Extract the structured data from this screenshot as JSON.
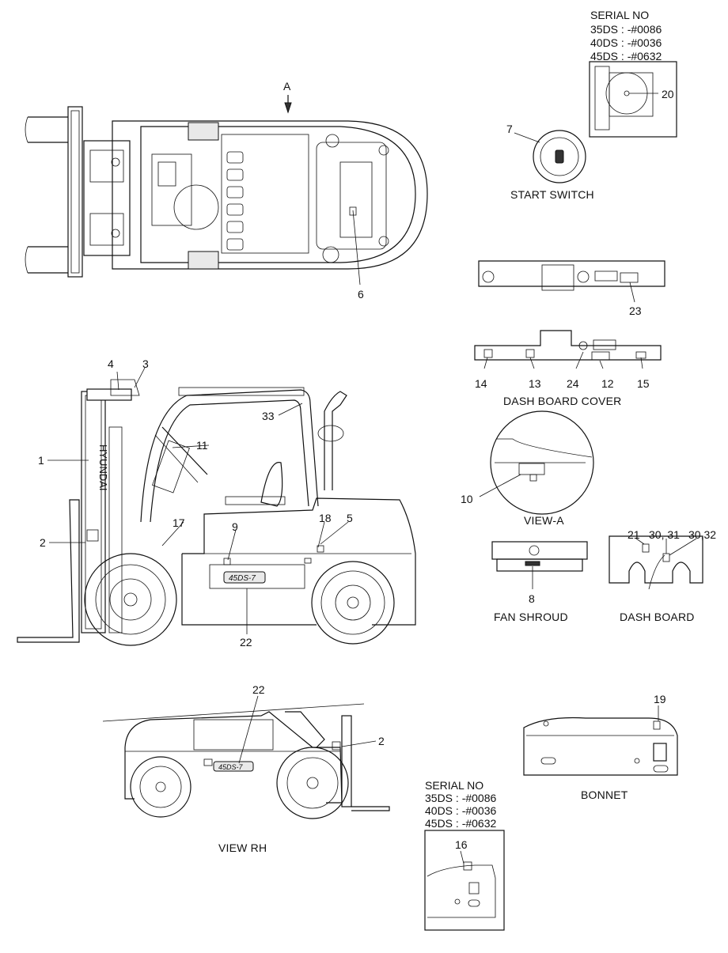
{
  "captions": {
    "start_switch": "START SWITCH",
    "dash_board_cover": "DASH BOARD COVER",
    "view_a_label": "VIEW-A",
    "fan_shroud": "FAN SHROUD",
    "dash_board": "DASH BOARD",
    "bonnet": "BONNET",
    "view_rh": "VIEW RH",
    "view_a_arrow": "A"
  },
  "serial_top": {
    "title": "SERIAL NO",
    "lines": [
      "35DS : -#0086",
      "40DS : -#0036",
      "45DS : -#0632"
    ]
  },
  "serial_bottom": {
    "title": "SERIAL NO",
    "lines": [
      "35DS : -#0086",
      "40DS : -#0036",
      "45DS : -#0632"
    ]
  },
  "decals": {
    "brand": "HYUNDAI",
    "model": "45DS-7"
  },
  "callouts": {
    "c1": "1",
    "c2": "2",
    "c2b": "2",
    "c3": "3",
    "c4": "4",
    "c5": "5",
    "c6": "6",
    "c7": "7",
    "c8": "8",
    "c9": "9",
    "c10": "10",
    "c11": "11",
    "c12": "12",
    "c13": "13",
    "c14": "14",
    "c15": "15",
    "c16": "16",
    "c17": "17",
    "c18": "18",
    "c19": "19",
    "c20": "20",
    "c21": "21",
    "c22": "22",
    "c22b": "22",
    "c23": "23",
    "c24": "24",
    "c3031": "30, 31",
    "c3032": "30,32",
    "c33": "33"
  }
}
